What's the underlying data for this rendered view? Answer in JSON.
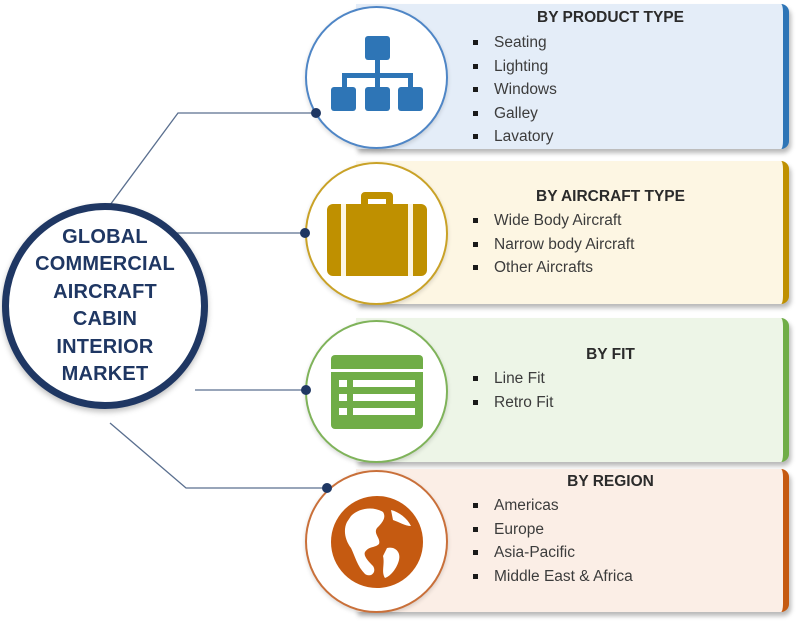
{
  "hub": {
    "title": "GLOBAL COMMERCIAL AIRCRAFT CABIN INTERIOR MARKET"
  },
  "segments": [
    {
      "title": "BY PRODUCT TYPE",
      "items": [
        "Seating",
        "Lighting",
        "Windows",
        "Galley",
        "Lavatory"
      ],
      "icon": "hierarchy-icon",
      "accent": "#2e75b6",
      "bg": "#e4edf8",
      "ring": "#4f86c6"
    },
    {
      "title": "BY AIRCRAFT TYPE",
      "items": [
        "Wide Body Aircraft",
        "Narrow body Aircraft",
        "Other Aircrafts"
      ],
      "icon": "briefcase-icon",
      "accent": "#bf9000",
      "bg": "#fdf6e3",
      "ring": "#c9a227"
    },
    {
      "title": "BY FIT",
      "items": [
        "Line Fit",
        "Retro Fit"
      ],
      "icon": "list-window-icon",
      "accent": "#70ad47",
      "bg": "#edf5e7",
      "ring": "#7fb35a"
    },
    {
      "title": "BY REGION",
      "items": [
        "Americas",
        "Europe",
        "Asia-Pacific",
        "Middle East & Africa"
      ],
      "icon": "globe-icon",
      "accent": "#c55a11",
      "bg": "#fbeee6",
      "ring": "#c9703a"
    }
  ]
}
